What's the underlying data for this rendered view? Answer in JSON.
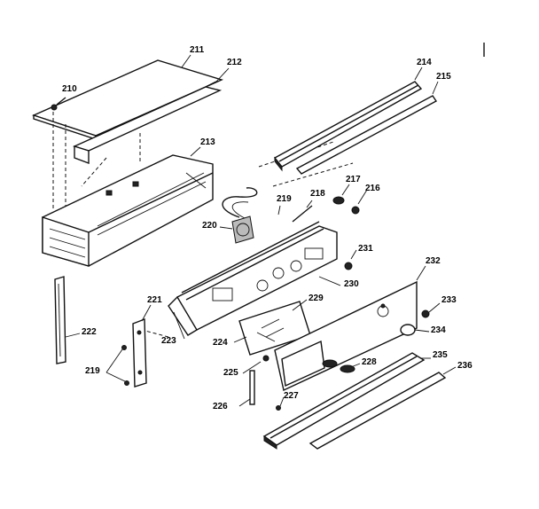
{
  "diagram": {
    "labels": {
      "p210": "210",
      "p211": "211",
      "p212": "212",
      "p213": "213",
      "p214": "214",
      "p215": "215",
      "p216": "216",
      "p217": "217",
      "p218": "218",
      "p219a": "219",
      "p219b": "219",
      "p220": "220",
      "p221": "221",
      "p222": "222",
      "p223": "223",
      "p224": "224",
      "p225": "225",
      "p226": "226",
      "p227": "227",
      "p228": "228",
      "p229": "229",
      "p230": "230",
      "p231": "231",
      "p232": "232",
      "p233": "233",
      "p234": "234",
      "p235": "235",
      "p236": "236"
    }
  }
}
